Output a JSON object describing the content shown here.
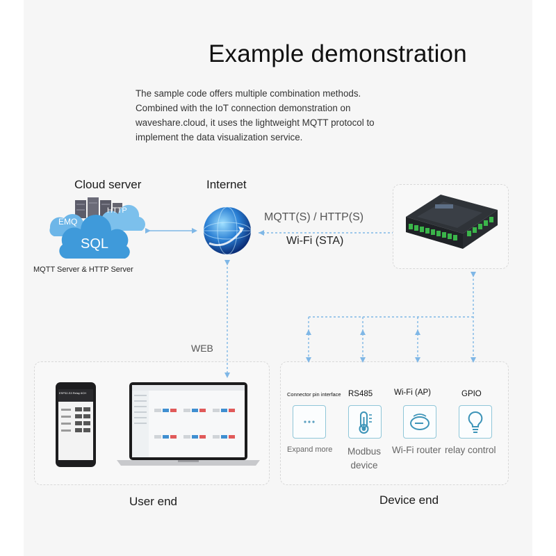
{
  "title": "Example demonstration",
  "description": [
    "The sample code offers multiple combination methods.",
    "Combined with the IoT connection demonstration on",
    "waveshare.cloud, it uses the lightweight MQTT protocol to",
    "implement the data visualization service."
  ],
  "cloud": {
    "label": "Cloud server",
    "caption": "MQTT Server & HTTP Server",
    "tags": {
      "emq": "EMQ",
      "http": "HTTP",
      "sql": "SQL"
    }
  },
  "internet": {
    "label": "Internet"
  },
  "protocols": {
    "mqtt_http": "MQTT(S) / HTTP(S)",
    "wifi_sta": "Wi-Fi (STA)"
  },
  "web_label": "WEB",
  "user_end": {
    "label": "User end",
    "phone_title": "ESP32-S3 Relay 6CH"
  },
  "device_end": {
    "label": "Device end",
    "interfaces": [
      {
        "name": "Connector pin interface",
        "label": "Expand more",
        "icon": "dots-icon"
      },
      {
        "name": "RS485",
        "label": "Modbus\ndevice",
        "icon": "thermometer-icon"
      },
      {
        "name": "Wi-Fi (AP)",
        "label": "Wi-Fi router",
        "icon": "router-icon"
      },
      {
        "name": "GPIO",
        "label": "relay control",
        "icon": "bulb-icon"
      }
    ]
  },
  "colors": {
    "accent": "#3f8fd1",
    "card_border": "#8fc6d8",
    "arrow": "#7fb7e6",
    "cloud": "#4aa3df"
  }
}
